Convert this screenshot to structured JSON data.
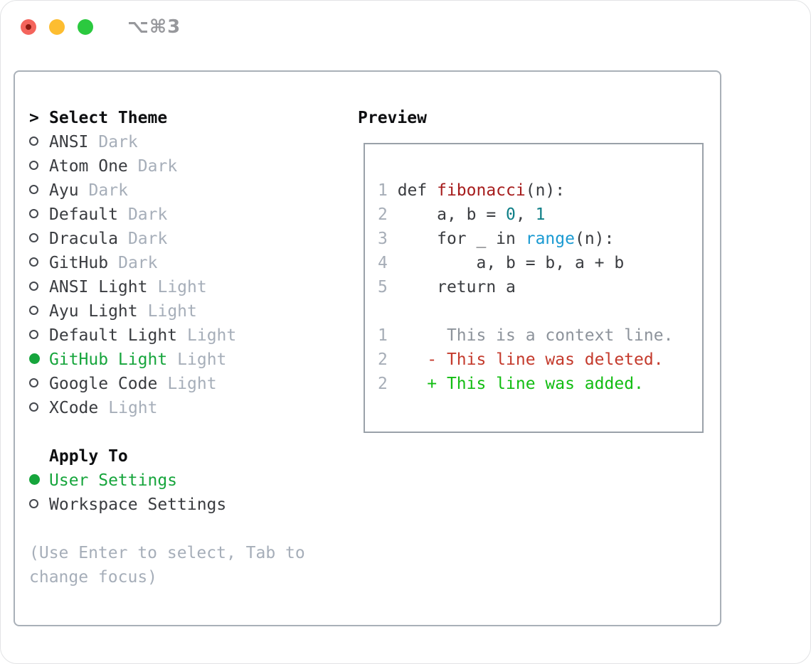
{
  "window": {
    "title": "⌥⌘3"
  },
  "traffic_lights": {
    "close_color": "#f4645c",
    "close_dot_color": "#8c1a11",
    "minimize_color": "#fdbd30",
    "zoom_color": "#2bc93f"
  },
  "theme_picker": {
    "prompt": ">",
    "title": "Select Theme",
    "items": [
      {
        "name": "ANSI",
        "tag": "Dark",
        "selected": false
      },
      {
        "name": "Atom One",
        "tag": "Dark",
        "selected": false
      },
      {
        "name": "Ayu",
        "tag": "Dark",
        "selected": false
      },
      {
        "name": "Default",
        "tag": "Dark",
        "selected": false
      },
      {
        "name": "Dracula",
        "tag": "Dark",
        "selected": false
      },
      {
        "name": "GitHub",
        "tag": "Dark",
        "selected": false
      },
      {
        "name": "ANSI Light",
        "tag": "Light",
        "selected": false
      },
      {
        "name": "Ayu Light",
        "tag": "Light",
        "selected": false
      },
      {
        "name": "Default Light",
        "tag": "Light",
        "selected": false
      },
      {
        "name": "GitHub Light",
        "tag": "Light",
        "selected": true
      },
      {
        "name": "Google Code",
        "tag": "Light",
        "selected": false
      },
      {
        "name": "XCode",
        "tag": "Light",
        "selected": false
      }
    ],
    "apply_to": {
      "title": "Apply To",
      "options": [
        {
          "name": "User Settings",
          "selected": true
        },
        {
          "name": "Workspace Settings",
          "selected": false
        }
      ]
    },
    "hint_lines": [
      "(Use Enter to select, Tab to",
      "change focus)"
    ]
  },
  "preview": {
    "title": "Preview",
    "lines": [
      {
        "num": "1",
        "tokens": [
          [
            "def ",
            "kw"
          ],
          [
            "fibonacci",
            "fn"
          ],
          [
            "(n):",
            "pl"
          ]
        ]
      },
      {
        "num": "2",
        "tokens": [
          [
            "    a, b = ",
            "pl"
          ],
          [
            "0",
            "num"
          ],
          [
            ", ",
            "pl"
          ],
          [
            "1",
            "num"
          ]
        ]
      },
      {
        "num": "3",
        "tokens": [
          [
            "    for _ in ",
            "pl"
          ],
          [
            "range",
            "bi"
          ],
          [
            "(n):",
            "pl"
          ]
        ]
      },
      {
        "num": "4",
        "tokens": [
          [
            "        a, b = b, a + b",
            "pl"
          ]
        ]
      },
      {
        "num": "5",
        "tokens": [
          [
            "    return a",
            "pl"
          ]
        ]
      },
      {
        "num": "",
        "tokens": []
      },
      {
        "num": "1",
        "tokens": [
          [
            "     This is a context line.",
            "ctx"
          ]
        ]
      },
      {
        "num": "2",
        "tokens": [
          [
            "   - This line was deleted.",
            "del"
          ]
        ]
      },
      {
        "num": "2",
        "tokens": [
          [
            "   + This line was added.",
            "add"
          ]
        ]
      }
    ]
  },
  "colors": {
    "accent_green": "#16a53c",
    "function_red": "#a61c1c",
    "number_teal": "#0f7f87",
    "builtin_blue": "#1a9ad2",
    "deleted_red": "#c43a2c",
    "added_green": "#12bd12",
    "muted_gray": "#a6aeb9"
  }
}
